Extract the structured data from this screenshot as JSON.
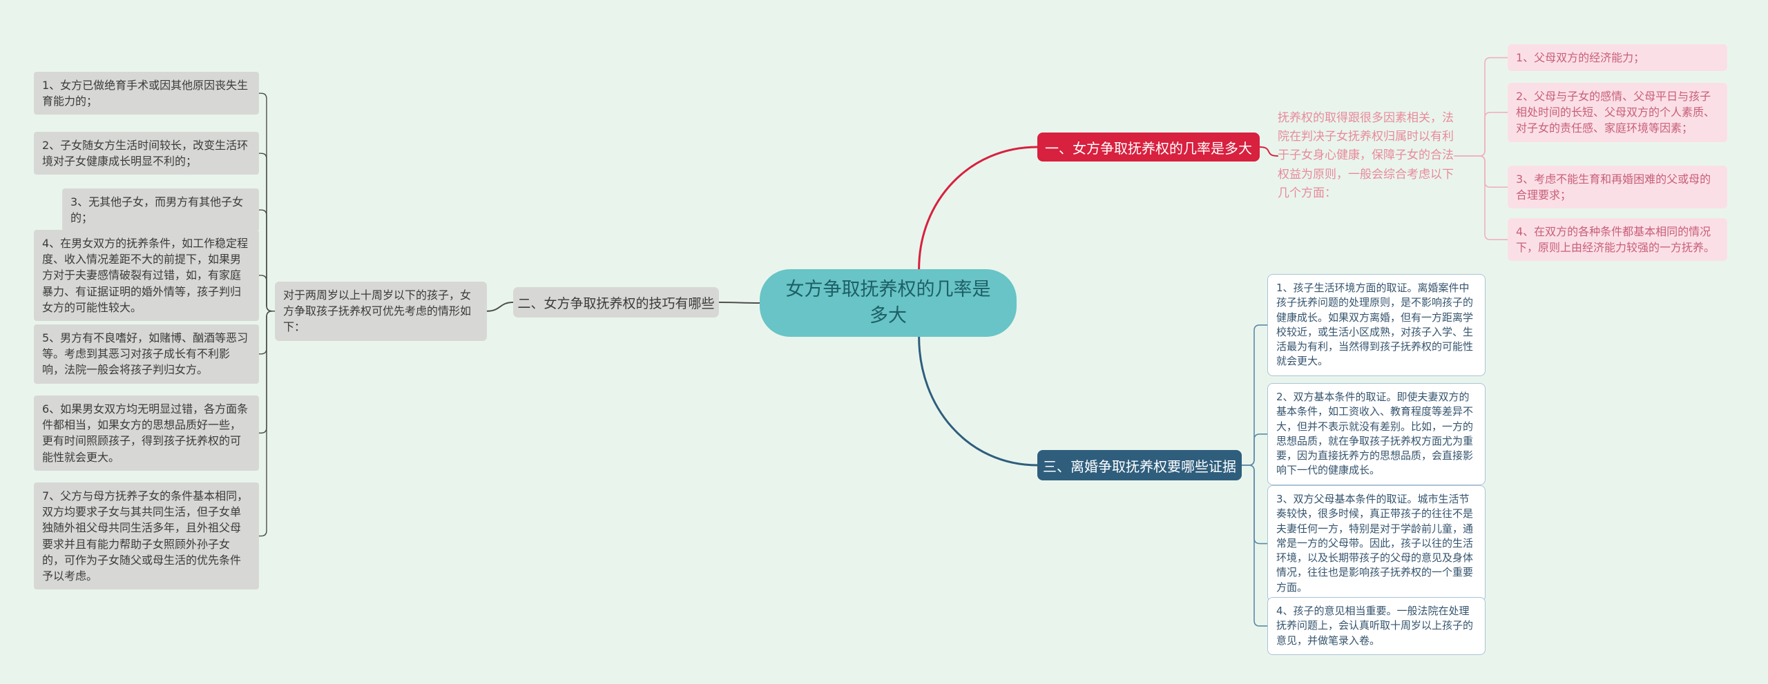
{
  "colors": {
    "background": "#e9f5ec",
    "teal": "#68c4c6",
    "teal_text": "#1d5f66",
    "red": "#d8203f",
    "pink_line": "#f0b0bf",
    "pink_intro_text": "#e88a9c",
    "pink_box_bg": "#fbdfe7",
    "pink_box_text": "#c75f78",
    "gray_box_bg": "#d7d8d5",
    "gray_text": "#3a3a3a",
    "gray_line": "#4d4d4d",
    "navy": "#2f5e7d",
    "blue_line": "#5d89a8",
    "blue_box_border": "#a9c3d6",
    "blue_box_text": "#35546d"
  },
  "central": {
    "label": "女方争取抚养权的几率是多大"
  },
  "branch_one": {
    "title": "一、女方争取抚养权的几率是多大",
    "intro": "抚养权的取得跟很多因素相关，法院在判决子女抚养权归属时以有利于子女身心健康，保障子女的合法权益为原则，一般会综合考虑以下几个方面：",
    "items": [
      "1、父母双方的经济能力；",
      "2、父母与子女的感情、父母平日与孩子相处时间的长短、父母双方的个人素质、对子女的责任感、家庭环境等因素；",
      "3、考虑不能生育和再婚困难的父或母的合理要求；",
      "4、在双方的各种条件都基本相同的情况下，原则上由经济能力较强的一方抚养。"
    ]
  },
  "branch_two": {
    "title": "二、女方争取抚养权的技巧有哪些",
    "intro": "对于两周岁以上十周岁以下的孩子，女方争取孩子抚养权可优先考虑的情形如下：",
    "items": [
      "1、女方已做绝育手术或因其他原因丧失生育能力的；",
      "2、子女随女方生活时间较长，改变生活环境对子女健康成长明显不利的；",
      "3、无其他子女，而男方有其他子女的；",
      "4、在男女双方的抚养条件，如工作稳定程度、收入情况差距不大的前提下，如果男方对于夫妻感情破裂有过错，如，有家庭暴力、有证据证明的婚外情等，孩子判归女方的可能性较大。",
      "5、男方有不良嗜好，如赌博、酗酒等恶习等。考虑到其恶习对孩子成长有不利影响，法院一般会将孩子判归女方。",
      "6、如果男女双方均无明显过错，各方面条件都相当，如果女方的思想品质好一些，更有时间照顾孩子，得到孩子抚养权的可能性就会更大。",
      "7、父方与母方抚养子女的条件基本相同，双方均要求子女与其共同生活，但子女单独随外祖父母共同生活多年，且外祖父母要求并且有能力帮助子女照顾外孙子女的，可作为子女随父或母生活的优先条件予以考虑。"
    ]
  },
  "branch_three": {
    "title": "三、离婚争取抚养权要哪些证据",
    "items": [
      "1、孩子生活环境方面的取证。离婚案件中孩子抚养问题的处理原则，是不影响孩子的健康成长。如果双方离婚，但有一方距离学校较近，或生活小区成熟，对孩子入学、生活最为有利，当然得到孩子抚养权的可能性就会更大。",
      "2、双方基本条件的取证。即使夫妻双方的基本条件，如工资收入、教育程度等差异不大，但并不表示就没有差别。比如，一方的思想品质，就在争取孩子抚养权方面尤为重要，因为直接抚养方的思想品质，会直接影响下一代的健康成长。",
      "3、双方父母基本条件的取证。城市生活节奏较快，很多时候，真正带孩子的往往不是夫妻任何一方，特别是对于学龄前儿童，通常是一方的父母带。因此，孩子以往的生活环境，以及长期带孩子的父母的意见及身体情况，往往也是影响孩子抚养权的一个重要方面。",
      "4、孩子的意见相当重要。一般法院在处理抚养问题上，会认真听取十周岁以上孩子的意见，并做笔录入卷。"
    ]
  }
}
